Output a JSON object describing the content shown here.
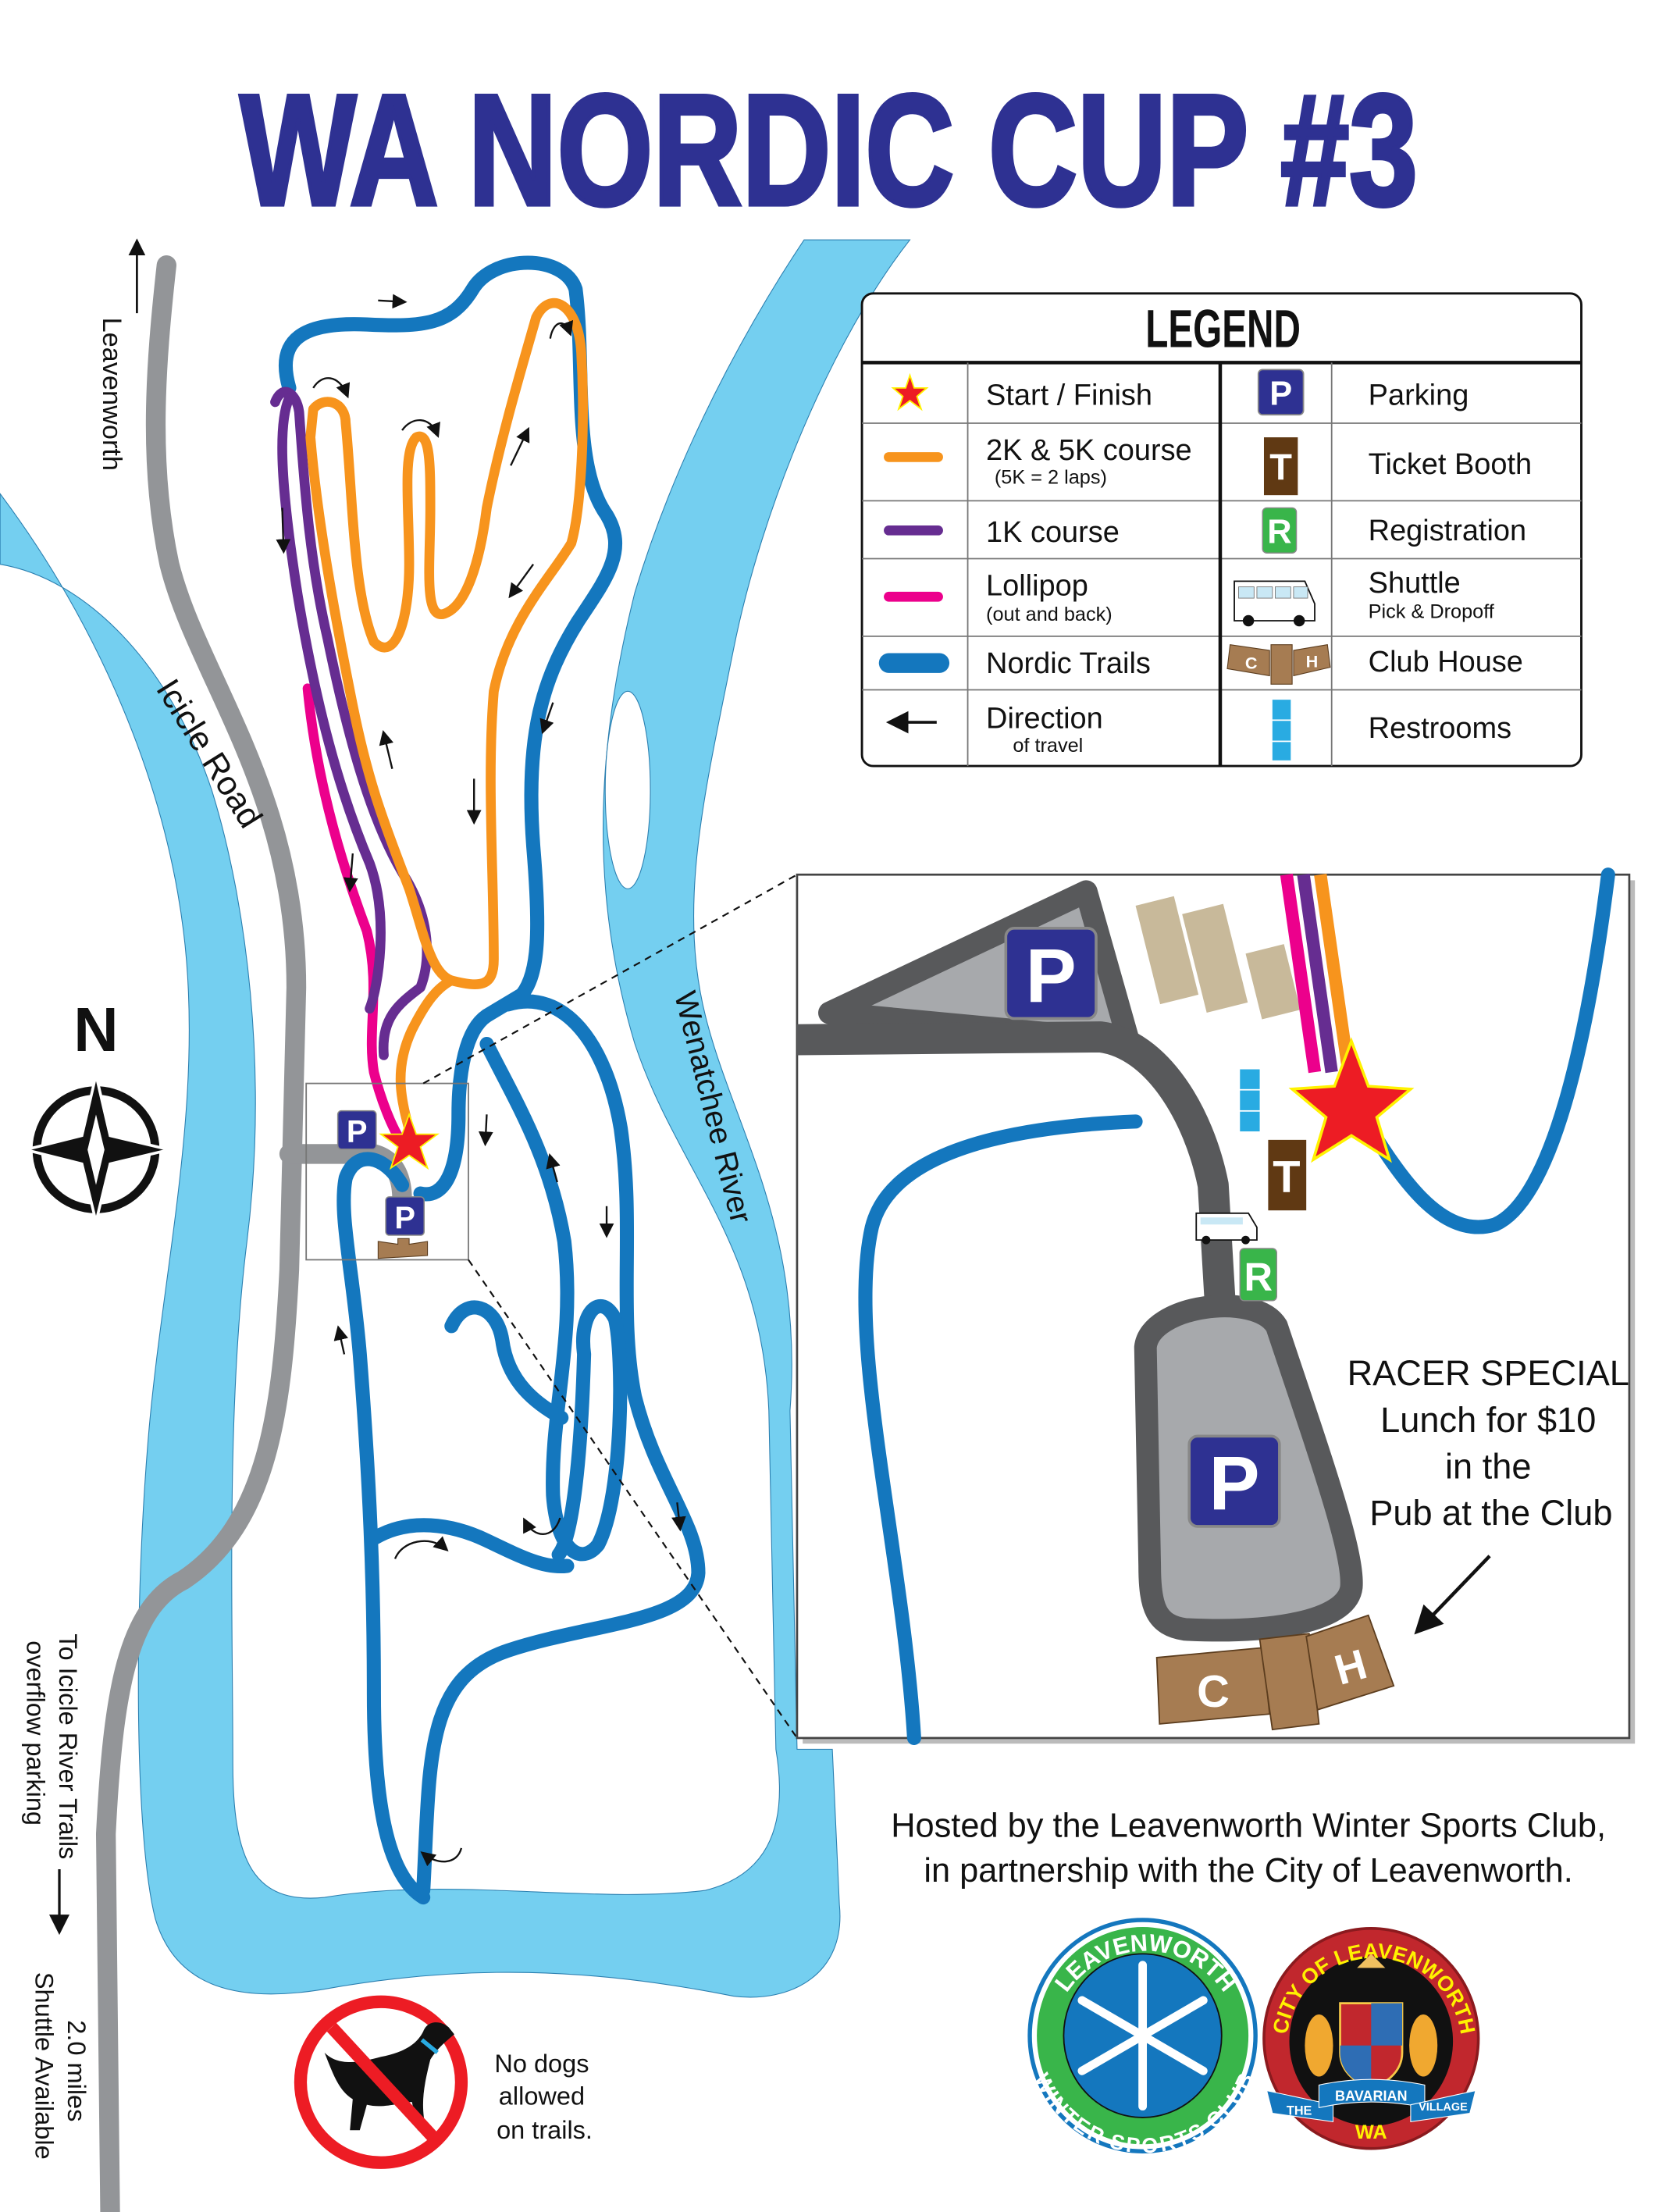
{
  "title": "WA NORDIC CUP #3",
  "colors": {
    "title": "#2e3192",
    "river": "#74cff0",
    "nordic_trails": "#1477be",
    "course_2k_5k": "#f7941d",
    "course_1k": "#662d91",
    "lollipop": "#ec008c",
    "road": "#939598",
    "parking": "#2e3192",
    "ticket_booth": "#603913",
    "registration": "#39b54a",
    "club_house": "#a67c52",
    "restrooms": "#29abe2",
    "start_star": "#ed1c24"
  },
  "map_labels": {
    "leavenworth": "Leavenworth",
    "icicle_road": "Icicle Road",
    "wenatchee_river": "Wenatchee River",
    "north": "N",
    "overflow_line1": "To Icicle River Trails",
    "overflow_line2": "overflow parking",
    "shuttle_line1": "2.0 miles",
    "shuttle_line2": "Shuttle Available"
  },
  "icons": {
    "parking": "P",
    "ticket": "T",
    "registration": "R",
    "club_c": "C",
    "club_h": "H"
  },
  "legend": {
    "title": "LEGEND",
    "left": [
      {
        "icon": "star-icon",
        "label": "Start / Finish",
        "sub": ""
      },
      {
        "icon": "orange-line-icon",
        "label": "2K & 5K course",
        "sub": "(5K = 2 laps)"
      },
      {
        "icon": "purple-line-icon",
        "label": "1K course",
        "sub": ""
      },
      {
        "icon": "pink-line-icon",
        "label": "Lollipop",
        "sub": "(out and back)"
      },
      {
        "icon": "blue-line-icon",
        "label": "Nordic Trails",
        "sub": ""
      },
      {
        "icon": "arrow-left-icon",
        "label": "Direction",
        "sub": "of travel"
      }
    ],
    "right": [
      {
        "icon": "parking-icon",
        "label": "Parking",
        "sub": ""
      },
      {
        "icon": "ticket-booth-icon",
        "label": "Ticket Booth",
        "sub": ""
      },
      {
        "icon": "registration-icon",
        "label": "Registration",
        "sub": ""
      },
      {
        "icon": "shuttle-icon",
        "label": "Shuttle",
        "sub": "Pick & Dropoff"
      },
      {
        "icon": "club-house-icon",
        "label": "Club House",
        "sub": ""
      },
      {
        "icon": "restrooms-icon",
        "label": "Restrooms",
        "sub": ""
      }
    ]
  },
  "inset": {
    "racer_special": [
      "RACER SPECIAL",
      "Lunch for $10",
      "in the",
      "Pub at the Club"
    ]
  },
  "footer": {
    "hosted_line1": "Hosted by the Leavenworth Winter Sports Club,",
    "hosted_line2": "in partnership with the City of Leavenworth.",
    "no_dogs": [
      "No dogs",
      "allowed",
      "on trails."
    ],
    "logo_wsc_top": "LEAVENWORTH",
    "logo_wsc_bottom": "WINTER SPORTS CLUB",
    "logo_city_top": "CITY OF LEAVENWORTH",
    "logo_city_ribbon_left": "THE",
    "logo_city_ribbon_mid": "BAVARIAN",
    "logo_city_ribbon_right": "VILLAGE",
    "logo_city_bottom": "WA"
  }
}
